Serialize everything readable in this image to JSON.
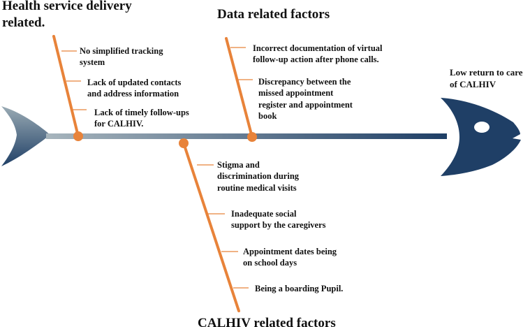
{
  "categories": {
    "health_service": {
      "title": "Health service delivery\nrelated.",
      "causes": [
        "No simplified tracking\nsystem",
        "Lack of updated contacts\nand address information",
        "Lack of timely follow-ups\nfor CALHIV."
      ]
    },
    "data": {
      "title": "Data related factors",
      "causes": [
        "Incorrect documentation of virtual\nfollow-up action after phone calls.",
        "Discrepancy between the\nmissed appointment\nregister and appointment\nbook"
      ]
    },
    "calhiv": {
      "title": "CALHIV related factors",
      "causes": [
        "Stigma and\ndiscrimination during\nroutine medical visits",
        "Inadequate social\nsupport by the caregivers",
        "Appointment dates being\non school days",
        "Being a boarding Pupil."
      ]
    }
  },
  "effect": "Low return to care\nof CALHIV",
  "colors": {
    "bone": "#e8833a",
    "fish": "#1f3f66",
    "tail_light": "#9aabb4",
    "text": "#111111"
  }
}
